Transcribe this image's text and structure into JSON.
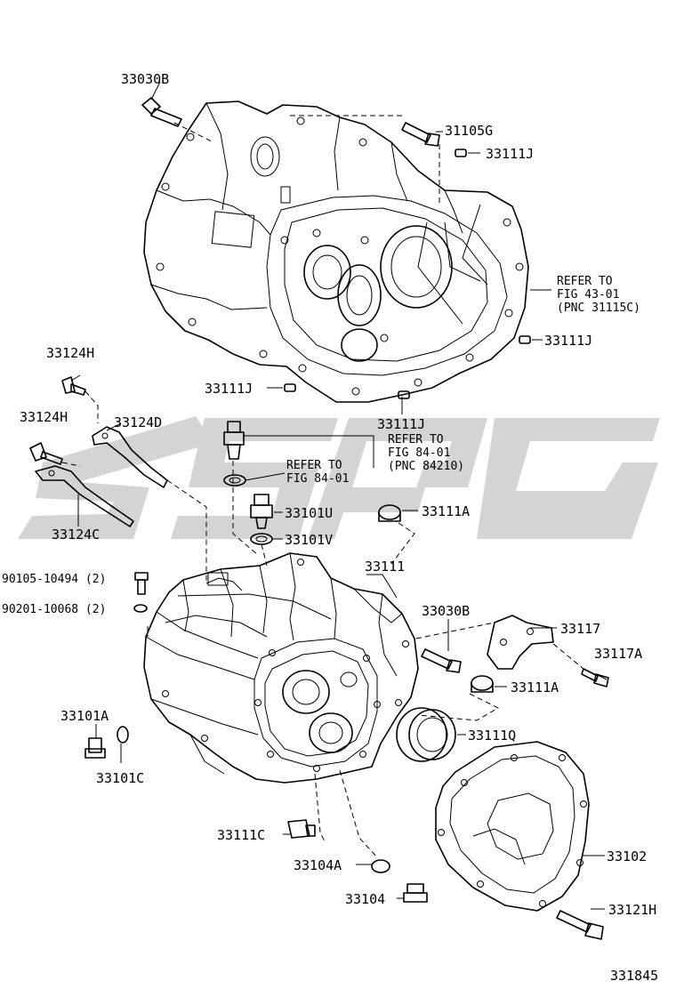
{
  "labels": {
    "p33030b_top": "33030B",
    "p31105g": "31105G",
    "p33111j_a": "33111J",
    "refer_43_l1": "REFER TO",
    "refer_43_l2": "FIG 43-01",
    "refer_43_l3": "(PNC 31115C)",
    "p33111j_b": "33111J",
    "p33124h_a": "33124H",
    "p33111j_c": "33111J",
    "p33111j_d": "33111J",
    "p33124h_b": "33124H",
    "p33124d": "33124D",
    "refer_84a_l1": "REFER TO",
    "refer_84a_l2": "FIG 84-01",
    "refer_84a_l3": "(PNC 84210)",
    "refer_84b_l1": "REFER TO",
    "refer_84b_l2": "FIG 84-01",
    "p33101u": "33101U",
    "p33111a_a": "33111A",
    "p33124c": "33124C",
    "p33101v": "33101V",
    "p33111": "33111",
    "p90105": "90105-10494 (2)",
    "p90201": "90201-10068 (2)",
    "p33030b_bot": "33030B",
    "p33117": "33117",
    "p33117a": "33117A",
    "p33111a_b": "33111A",
    "p33101a": "33101A",
    "p33111q": "33111Q",
    "p33101c": "33101C",
    "p33111c": "33111C",
    "p33102": "33102",
    "p33104a": "33104A",
    "p33104": "33104",
    "p33121h": "33121H",
    "figure_number": "331845"
  }
}
